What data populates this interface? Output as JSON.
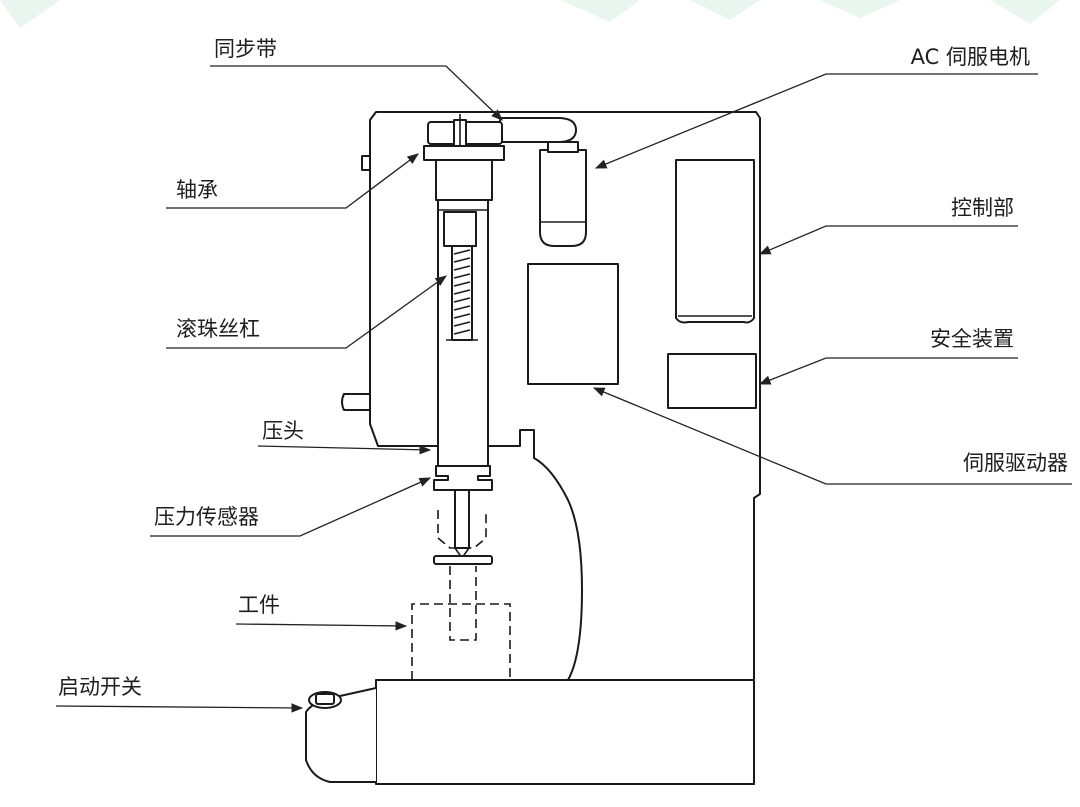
{
  "labels": {
    "timing_belt": "同步带",
    "ac_servo_motor": "AC 伺服电机",
    "bearing": "轴承",
    "control_unit": "控制部",
    "ball_screw": "滚珠丝杠",
    "safety_device": "安全装置",
    "press_head": "压头",
    "servo_driver": "伺服驱动器",
    "force_sensor": "压力传感器",
    "workpiece": "工件",
    "start_switch": "启动开关"
  },
  "colors": {
    "line": "#1a1a1a",
    "text": "#1e1e1e",
    "background": "#ffffff",
    "watermark": "#d7efe3"
  }
}
